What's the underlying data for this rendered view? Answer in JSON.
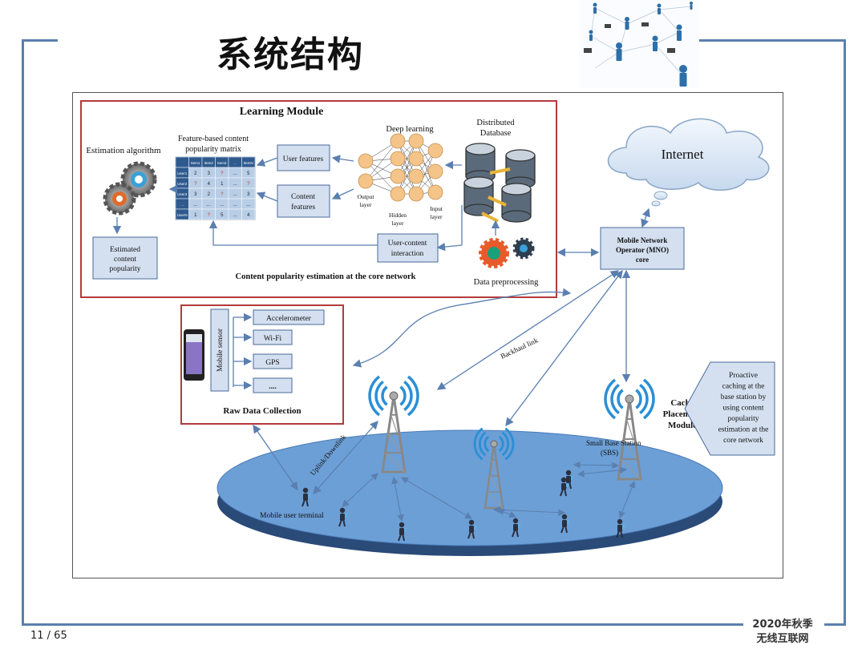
{
  "slide": {
    "title": "系统结构",
    "page_number": "11 / 65",
    "footer_year": "2020年秋季",
    "footer_course": "无线互联网"
  },
  "learning_module": {
    "title": "Learning Module",
    "estimation_label": "Estimation algorithm",
    "matrix_title_1": "Feature-based content",
    "matrix_title_2": "popularity matrix",
    "user_features": "User features",
    "content_features_1": "Content",
    "content_features_2": "features",
    "deep_learning": "Deep learning",
    "output_layer_1": "Output",
    "output_layer_2": "layer",
    "hidden_layer_1": "Hidden",
    "hidden_layer_2": "layer",
    "input_layer_1": "Input",
    "input_layer_2": "layer",
    "distributed_db_1": "Distributed",
    "distributed_db_2": "Database",
    "estimated_1": "Estimated",
    "estimated_2": "content",
    "estimated_3": "popularity",
    "user_content_1": "User-content",
    "user_content_2": "interaction",
    "caption": "Content popularity estimation at the core network",
    "data_preprocessing": "Data preprocessing"
  },
  "matrix": {
    "header": [
      "Item1",
      "Item2",
      "Item3",
      "...",
      "ItemN"
    ],
    "rows": [
      [
        "User1",
        "2",
        "3",
        "?",
        "...",
        "5"
      ],
      [
        "User2",
        "?",
        "4",
        "1",
        "...",
        "?"
      ],
      [
        "User3",
        "3",
        "2",
        "?",
        "...",
        "3"
      ],
      [
        "...",
        "...",
        "...",
        "...",
        "...",
        "..."
      ],
      [
        "UserN",
        "1",
        "?",
        "5",
        "...",
        "4"
      ]
    ]
  },
  "network": {
    "internet": "Internet",
    "mno_1": "Mobile Network",
    "mno_2": "Operator (MNO)",
    "mno_3": "core",
    "backhaul": "Backhaul link",
    "uplink": "Uplink/Downlink",
    "sbs_1": "Small Base Station",
    "sbs_2": "(SBS)",
    "mobile_terminal": "Mobile user terminal",
    "cache_1": "Cache",
    "cache_2": "Placement",
    "cache_3": "Module",
    "proactive": [
      "Proactive",
      "caching at the",
      "base station by",
      "using content",
      "popularity",
      "estimation at the",
      "core network"
    ]
  },
  "raw_data": {
    "title": "Raw Data Collection",
    "sensor_label": "Mobile sensor",
    "items": [
      "Accelerometer",
      "Wi-Fi",
      "GPS",
      "...."
    ]
  },
  "colors": {
    "frame": "#5b7fae",
    "module_border": "#b33a3a",
    "box_fill": "#d4e0f0",
    "box_border": "#4a6a9a",
    "node_fill": "#f5c489",
    "disc_fill": "#6c9fd6",
    "tower": "#888888",
    "signal": "#2a8fd6"
  }
}
